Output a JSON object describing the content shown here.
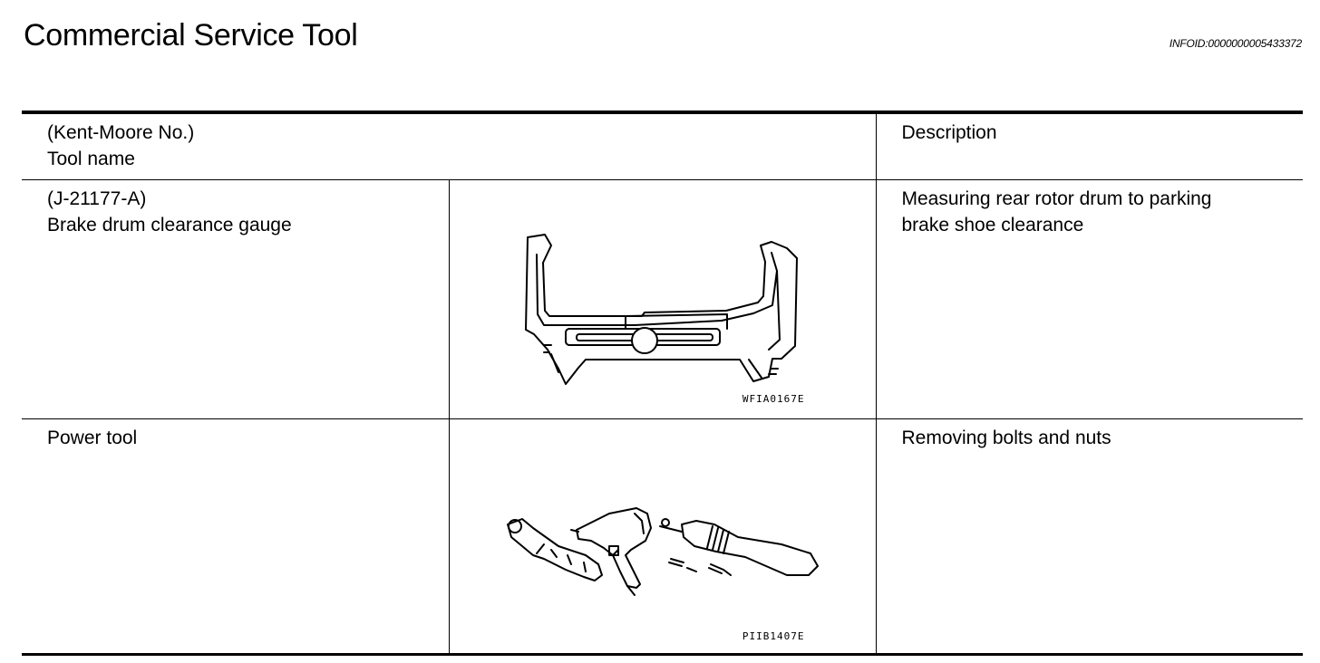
{
  "header": {
    "title": "Commercial Service Tool",
    "info_id": "INFOID:0000000005433372"
  },
  "table": {
    "columns": {
      "tool_line1": "(Kent-Moore No.)",
      "tool_line2": "Tool name",
      "description": "Description"
    },
    "rows": [
      {
        "number": "(J-21177-A)",
        "name": "Brake drum clearance gauge",
        "figure_code": "WFIA0167E",
        "figure_icon": "brake-drum-clearance-gauge-icon",
        "description_line1": "Measuring rear rotor drum to parking",
        "description_line2": "brake shoe clearance"
      },
      {
        "name": "Power tool",
        "figure_code": "PIIB1407E",
        "figure_icon": "power-tool-icon",
        "description_line1": "Removing bolts and nuts"
      }
    ]
  }
}
